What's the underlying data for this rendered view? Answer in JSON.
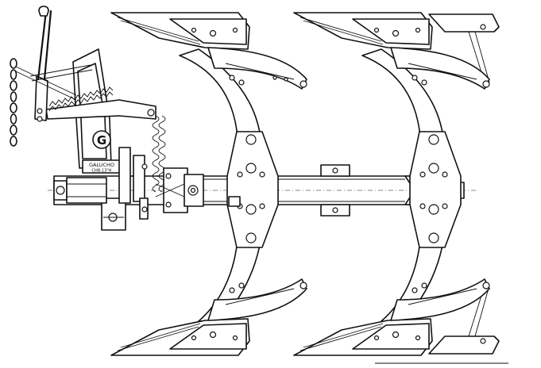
{
  "figure": {
    "headstock_letter": "G",
    "brand_plate_line1": "GALUCHO",
    "brand_plate_line2": "CHB-13\"H",
    "beam_plate_lines": [
      "",
      "",
      "",
      ""
    ]
  }
}
